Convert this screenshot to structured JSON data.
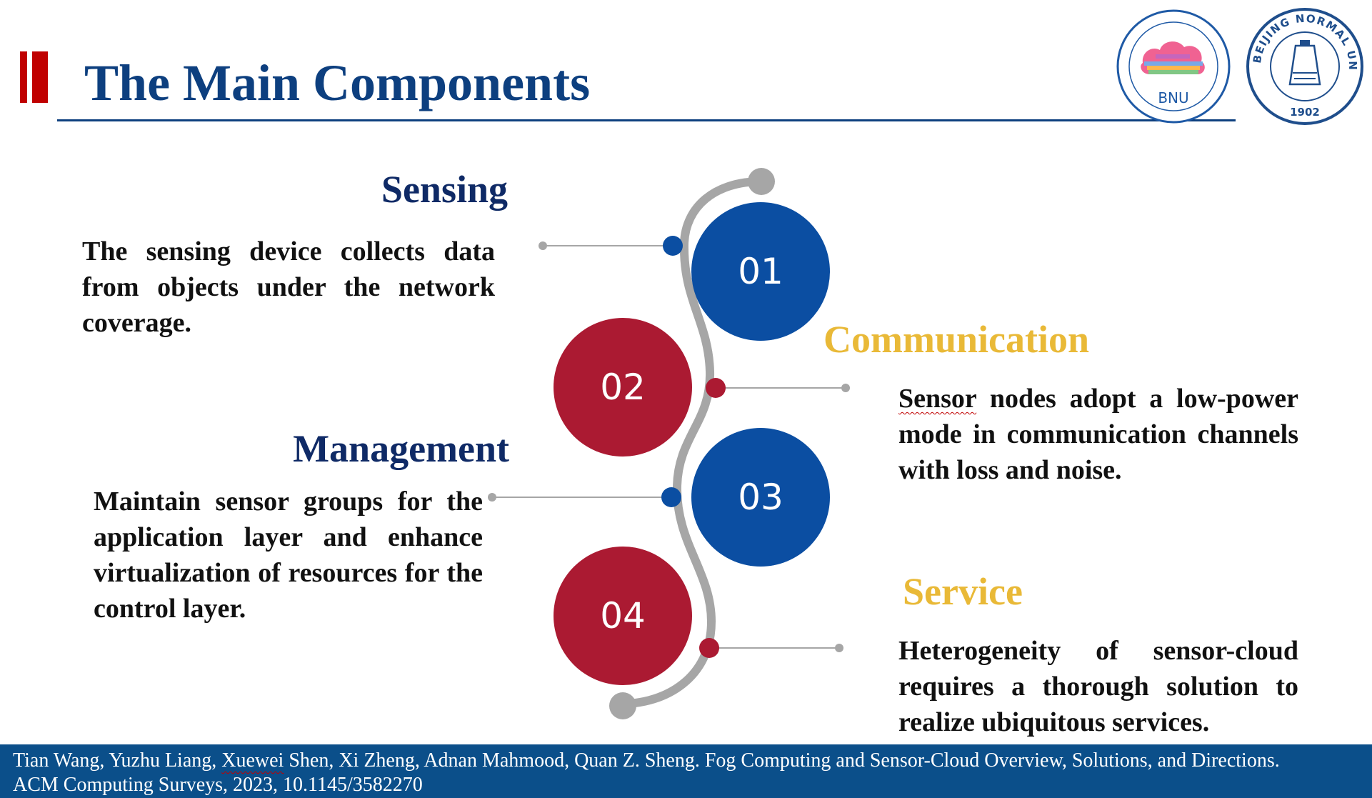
{
  "slide": {
    "title": "The Main Components"
  },
  "logos": {
    "bnu": {
      "text": "BNU"
    },
    "university": {
      "ring_text": "BEIJING NORMAL UNIVERSITY",
      "year": "1902"
    }
  },
  "components": [
    {
      "number": "01",
      "heading": "Sensing",
      "description": "The sensing device collects data from objects under the network coverage."
    },
    {
      "number": "02",
      "heading": "Communication",
      "description_first_word": "Sensor",
      "description_rest": " nodes adopt a low-power mode in communication channels with loss and noise."
    },
    {
      "number": "03",
      "heading": "Management",
      "description": "Maintain sensor groups for the application layer and enhance virtualization of resources for the control layer."
    },
    {
      "number": "04",
      "heading": "Service",
      "description": "Heterogeneity of sensor-cloud requires a thorough solution to realize ubiquitous services."
    }
  ],
  "footer": {
    "authors_before": "Tian Wang, Yuzhu Liang, ",
    "author_marked": "Xuewei",
    "citation_rest": " Shen, Xi Zheng, Adnan Mahmood, Quan Z. Sheng. Fog Computing and Sensor-Cloud Overview, Solutions, and Directions. ACM Computing Surveys, 2023, 10.1145/3582270"
  },
  "colors": {
    "title_navy": "#0d3f7f",
    "heading_navy": "#0f2a66",
    "heading_gold": "#e9b937",
    "circle_blue": "#0b4ea2",
    "circle_red": "#ab1a32",
    "accent_red": "#c00000",
    "footer_blue": "#0b4f8a",
    "connector_gray": "#a6a6a6"
  }
}
